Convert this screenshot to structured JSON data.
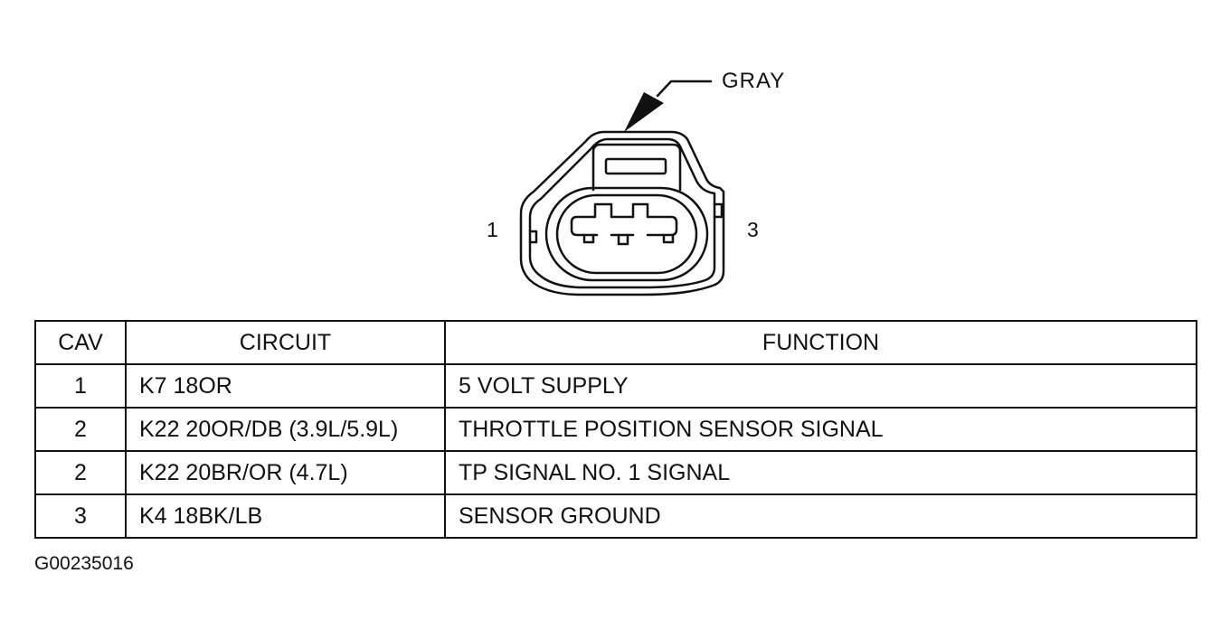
{
  "connector": {
    "color_label": "GRAY",
    "pin_left_label": "1",
    "pin_right_label": "3"
  },
  "table": {
    "headers": {
      "cav": "CAV",
      "circuit": "CIRCUIT",
      "function": "FUNCTION"
    },
    "rows": [
      {
        "cav": "1",
        "circuit": "K7 18OR",
        "function": "5 VOLT SUPPLY"
      },
      {
        "cav": "2",
        "circuit": "K22 20OR/DB (3.9L/5.9L)",
        "function": "THROTTLE POSITION SENSOR SIGNAL"
      },
      {
        "cav": "2",
        "circuit": "K22 20BR/OR (4.7L)",
        "function": "TP SIGNAL NO. 1 SIGNAL"
      },
      {
        "cav": "3",
        "circuit": "K4 18BK/LB",
        "function": "SENSOR GROUND"
      }
    ]
  },
  "figure_id": "G00235016"
}
